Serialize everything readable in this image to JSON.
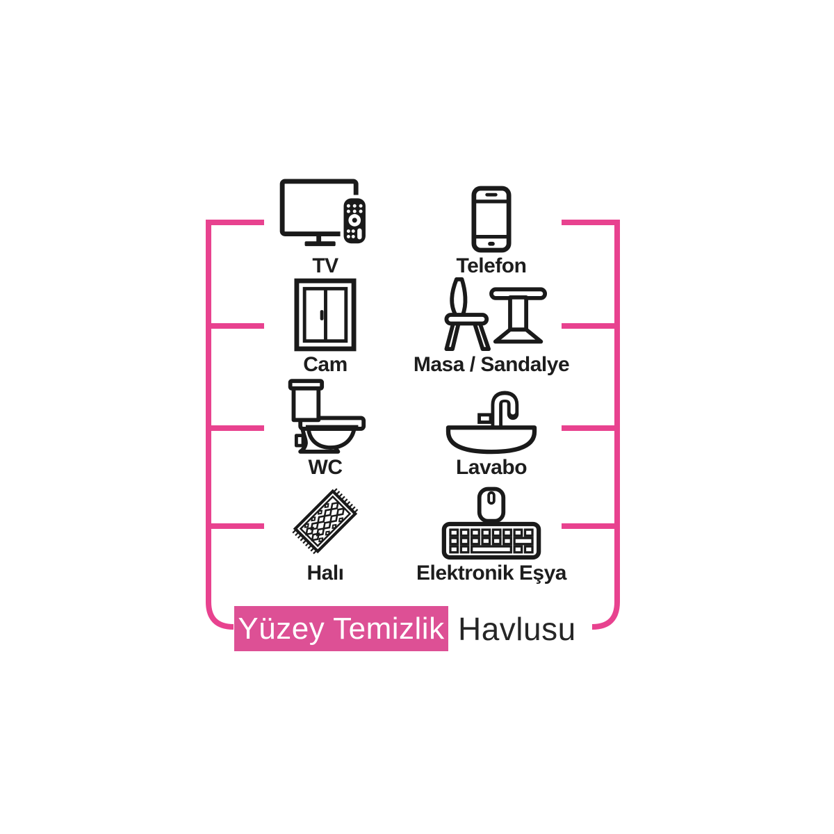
{
  "figure": {
    "items": [
      {
        "label": "TV",
        "icon": "tv-remote-icon"
      },
      {
        "label": "Telefon",
        "icon": "smartphone-icon"
      },
      {
        "label": "Cam",
        "icon": "window-icon"
      },
      {
        "label": "Masa / Sandalye",
        "icon": "table-and-chair-icon"
      },
      {
        "label": "WC",
        "icon": "toilet-icon"
      },
      {
        "label": "Lavabo",
        "icon": "sink-icon"
      },
      {
        "label": "Halı",
        "icon": "carpet-icon"
      },
      {
        "label": "Elektronik Eşya",
        "icon": "keyboard-and-mouse-icon"
      }
    ],
    "title": {
      "highlighted": "Yüzey Temizlik",
      "plain": "Havlusu"
    }
  },
  "colors": {
    "bracket_pink": "#E8428F",
    "title_box_pink": "#DD5095",
    "icon_ink": "#1A1A1A",
    "label_ink": "#1D1D1D",
    "title_text_on_pink": "#FFFFFF"
  }
}
